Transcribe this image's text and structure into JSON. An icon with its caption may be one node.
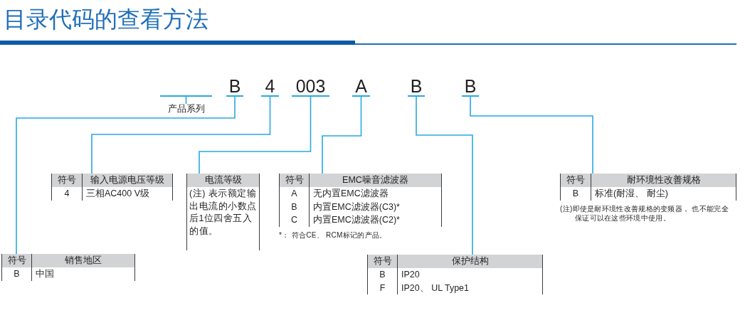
{
  "diagram": {
    "title": "目录代码的查看方法",
    "nodes": [
      {
        "text": [],
        "shape": "bar"
      },
      {
        "text": [
          "B"
        ]
      },
      {
        "text": [
          "4"
        ]
      },
      {
        "text": [
          "003"
        ]
      },
      {
        "text": [
          "A"
        ]
      },
      {
        "text": [
          "B"
        ]
      },
      {
        "text": [
          "B"
        ]
      },
      {
        "text": [
          "产品系列"
        ]
      },
      {
        "text": [
          "符号",
          "输入电源电压等级",
          "4",
          "三相AC400 V级"
        ]
      },
      {
        "text": [
          "电流等级",
          "(注) 表示额定输出电流的小数点后1位四舍五入的值。"
        ]
      },
      {
        "text": [
          "符号",
          "EMC噪音滤波器",
          "A",
          "无内置EMC滤波器",
          "B",
          "内置EMC滤波器(C3)*",
          "C",
          "内置EMC滤波器(C2)*"
        ],
        "beside": [
          "*： 符合CE、 RCM标记的产品。"
        ]
      },
      {
        "text": [
          "符号",
          "耐环境性改善规格",
          "B",
          "标准(耐湿、 耐尘)"
        ],
        "beside": [
          "(注)即使是耐环境性改善规格的变频器， 也不能完全保证可以在这些环境中使用。"
        ]
      },
      {
        "text": [
          "符号",
          "销售地区",
          "B",
          "中国"
        ]
      },
      {
        "text": [
          "符号",
          "保护结构",
          "B",
          "IP20",
          "F",
          "IP20、 UL Type1"
        ]
      }
    ],
    "edges": [
      {
        "from": 0,
        "to": 7,
        "arrow": "none"
      },
      {
        "from": 1,
        "to": 12,
        "arrow": "none"
      },
      {
        "from": 2,
        "to": 8,
        "arrow": "none"
      },
      {
        "from": 3,
        "to": 9,
        "arrow": "none"
      },
      {
        "from": 4,
        "to": 10,
        "arrow": "none"
      },
      {
        "from": 5,
        "to": 13,
        "arrow": "none"
      },
      {
        "from": 6,
        "to": 11,
        "arrow": "none"
      }
    ]
  }
}
